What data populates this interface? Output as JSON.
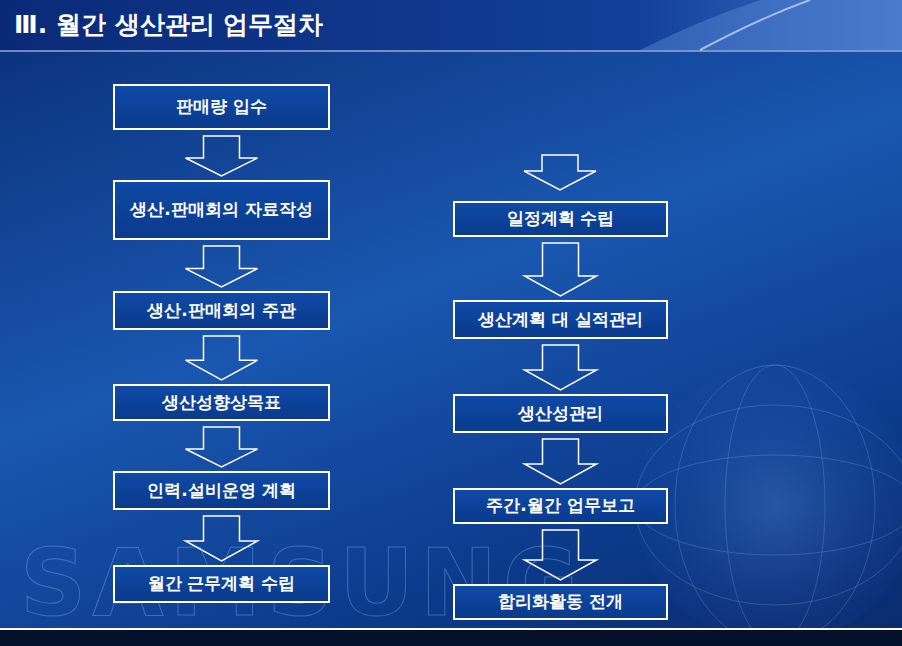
{
  "diagram": {
    "title": "Ⅲ. 월간 생산관리 업무절차",
    "nodes": [
      {
        "text": [
          "판매량 입수"
        ]
      },
      {
        "text": [
          "생산.판매회의 자료작성"
        ]
      },
      {
        "text": [
          "생산.판매회의 주관"
        ]
      },
      {
        "text": [
          "생산성향상목표"
        ]
      },
      {
        "text": [
          "인력.설비운영 계획"
        ]
      },
      {
        "text": [
          "월간 근무계획 수립"
        ]
      },
      {
        "text": [
          "일정계획 수립"
        ]
      },
      {
        "text": [
          "생산계획 대 실적관리"
        ]
      },
      {
        "text": [
          "생산성관리"
        ]
      },
      {
        "text": [
          "주간.월간 업무보고"
        ]
      },
      {
        "text": [
          "합리화활동 전개"
        ]
      }
    ],
    "edges": [
      {
        "from": 0,
        "to": 1,
        "arrow": "to"
      },
      {
        "from": 1,
        "to": 2,
        "arrow": "to"
      },
      {
        "from": 2,
        "to": 3,
        "arrow": "to"
      },
      {
        "from": 3,
        "to": 4,
        "arrow": "to"
      },
      {
        "from": 4,
        "to": 5,
        "arrow": "to"
      },
      {
        "from": 6,
        "to": 7,
        "arrow": "to"
      },
      {
        "from": 7,
        "to": 8,
        "arrow": "to"
      },
      {
        "from": 8,
        "to": 9,
        "arrow": "to"
      },
      {
        "from": 9,
        "to": 10,
        "arrow": "to"
      }
    ],
    "labels": [
      "SAMSUNG"
    ]
  }
}
